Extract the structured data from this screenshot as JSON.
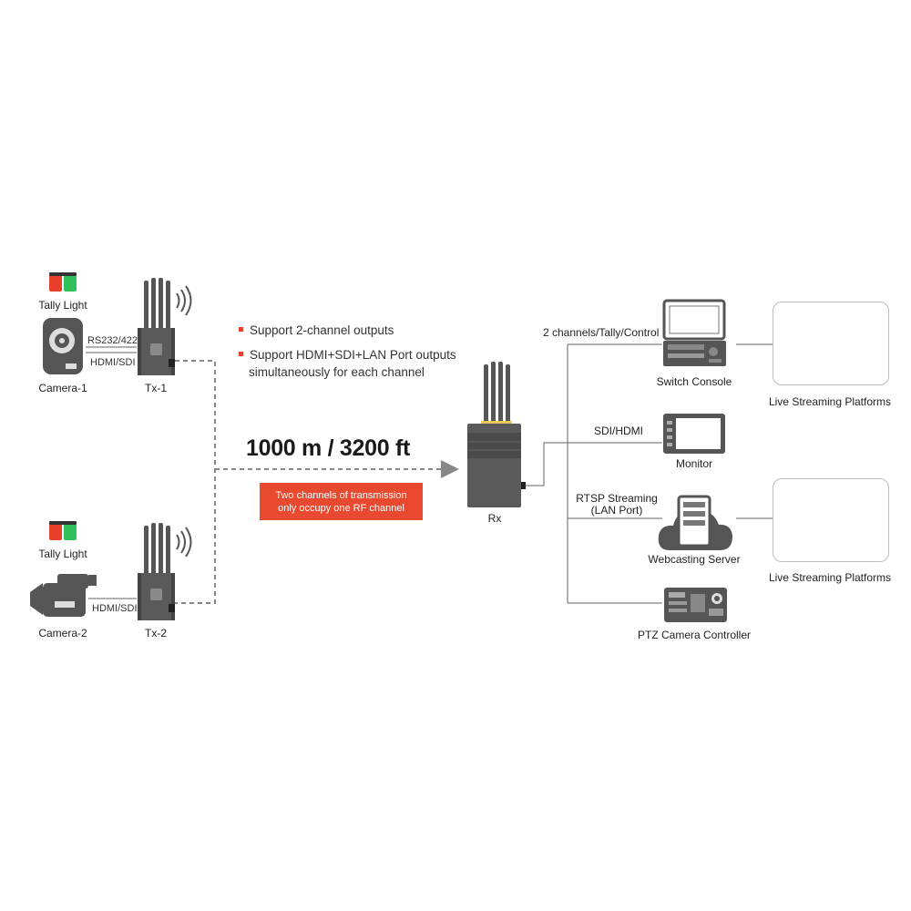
{
  "tx1": {
    "tally_label": "Tally Light",
    "camera_label": "Camera-1",
    "tx_label": "Tx-1",
    "link_top": "RS232/422",
    "link_bottom": "HDMI/SDI"
  },
  "tx2": {
    "tally_label": "Tally Light",
    "camera_label": "Camera-2",
    "tx_label": "Tx-2",
    "link": "HDMI/SDI"
  },
  "features": [
    "Support 2-channel outputs",
    "Support HDMI+SDI+LAN Port outputs",
    "simultaneously for each channel"
  ],
  "distance": "1000 m / 3200 ft",
  "rf_note": [
    "Two channels of transmission",
    "only occupy one RF channel"
  ],
  "rx_label": "Rx",
  "outputs": {
    "switch": {
      "link": "2 channels/Tally/Control",
      "device": "Switch Console"
    },
    "monitor": {
      "link": "SDI/HDMI",
      "device": "Monitor"
    },
    "server": {
      "link_line1": "RTSP Streaming",
      "link_line2": "(LAN Port)",
      "device": "Webcasting Server"
    },
    "ptz": {
      "device": "PTZ Camera Controller"
    }
  },
  "platforms": [
    "Live Streaming Platforms",
    "Live Streaming Platforms"
  ],
  "colors": {
    "accent": "#e8492f",
    "tally_red": "#e8402a",
    "tally_green": "#2fc25b",
    "device_gray": "#555555",
    "cloud_blue": "#4aa3e0",
    "line": "#666666"
  }
}
